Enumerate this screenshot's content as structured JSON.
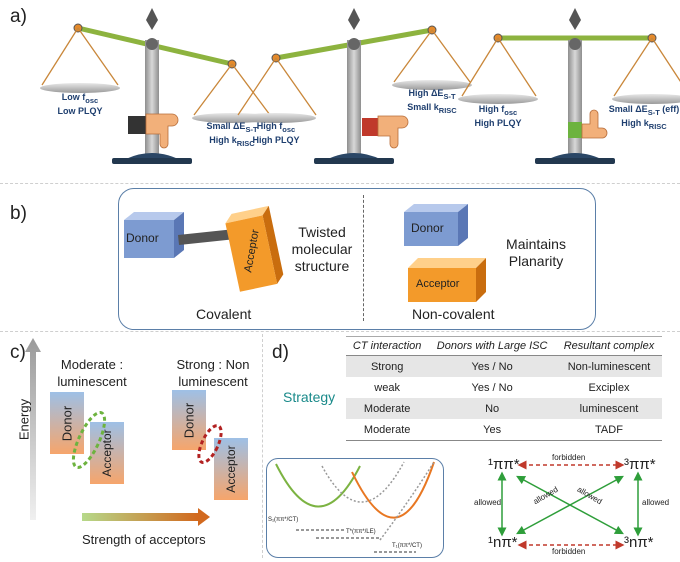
{
  "panels": {
    "a": "a)",
    "b": "b)",
    "c": "c)",
    "d": "d)"
  },
  "panel_a": {
    "scale1": {
      "left": [
        "Low f",
        "osc",
        "Low PLQY"
      ],
      "right": [
        "Small ΔE",
        "S-T",
        "High k",
        "RISC"
      ]
    },
    "scale2": {
      "left": [
        "High f",
        "osc",
        "High PLQY"
      ],
      "right": [
        "High ΔE",
        "S-T",
        "Small k",
        "RISC"
      ]
    },
    "scale3": {
      "left": [
        "High f",
        "osc",
        "High PLQY"
      ],
      "right": [
        "Small ΔE",
        "S-T",
        "(eff)",
        "High k",
        "RISC"
      ]
    }
  },
  "panel_b": {
    "donor": "Donor",
    "acceptor": "Acceptor",
    "covalent_desc": "Twisted molecular structure",
    "covalent_label": "Covalent",
    "noncov_donor": "Donor",
    "noncov_acceptor": "Acceptor",
    "noncov_desc": "Maintains Planarity",
    "noncov_label": "Non-covalent"
  },
  "panel_c": {
    "moderate": "Moderate : luminescent",
    "strong": "Strong : Non luminescent",
    "energy": "Energy",
    "donor1": "Donor",
    "acceptor1": "Acceptor",
    "donor2": "Donor",
    "acceptor2": "Acceptor",
    "axis": "Strength of acceptors"
  },
  "panel_d": {
    "strategy": "Strategy",
    "table": {
      "headers": [
        "CT interaction",
        "Donors with Large ISC",
        "Resultant complex"
      ],
      "rows": [
        [
          "Strong",
          "Yes / No",
          "Non-luminescent"
        ],
        [
          "weak",
          "Yes / No",
          "Exciplex"
        ],
        [
          "Moderate",
          "No",
          "luminescent"
        ],
        [
          "Moderate",
          "Yes",
          "TADF"
        ]
      ]
    },
    "curves": {
      "s1": "S₁(ππ*/CT)",
      "t": "T*(ππ*/LE)",
      "t1": "T₁(ππ*/CT)"
    },
    "states": {
      "s_pp": "¹ππ*",
      "t_pp": "³ππ*",
      "s_np": "¹nπ*",
      "t_np": "³nπ*"
    },
    "arrows": {
      "top": "forbidden",
      "bottom": "forbidden",
      "left": "allowed",
      "right": "allowed",
      "diag1": "allowed",
      "diag2": "allowed"
    }
  },
  "colors": {
    "green": "#7cb342",
    "orange": "#e87722",
    "teal": "#1a8a8a",
    "red": "#c0392b",
    "donor_blue": "#7d9bd1",
    "acceptor_orange": "#f39a2a"
  }
}
